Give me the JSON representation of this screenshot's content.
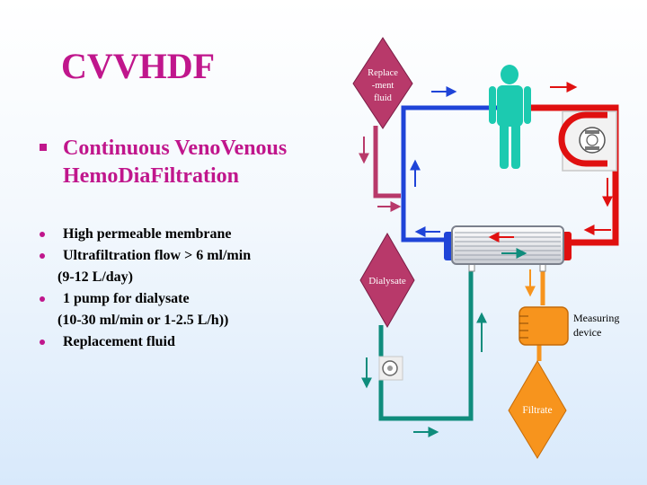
{
  "slide": {
    "title": "CVVHDF",
    "heading_line1": "Continuous VenoVenous",
    "heading_line2": "HemoDiaFiltration",
    "bullets": [
      {
        "text": "High permeable membrane",
        "sub": ""
      },
      {
        "text": "Ultrafiltration flow > 6 ml/min",
        "sub": "(9-12 L/day)"
      },
      {
        "text": "1 pump for dialysate",
        "sub": "(10-30 ml/min or 1-2.5 L/h))"
      },
      {
        "text": "Replacement fluid",
        "sub": ""
      }
    ]
  },
  "diagram": {
    "replacement_label_1": "Replace",
    "replacement_label_2": "-ment",
    "replacement_label_3": "fluid",
    "dialysate_label": "Dialysate",
    "filtrate_label": "Filtrate",
    "measuring_label_1": "Measuring",
    "measuring_label_2": "device",
    "colors": {
      "title": "#c0168c",
      "blue_line": "#1f44d8",
      "red_line": "#e01010",
      "teal_line": "#0f8c7c",
      "replacement_fill": "#b8396a",
      "orange": "#f7941d",
      "patient": "#1ccab0"
    }
  }
}
